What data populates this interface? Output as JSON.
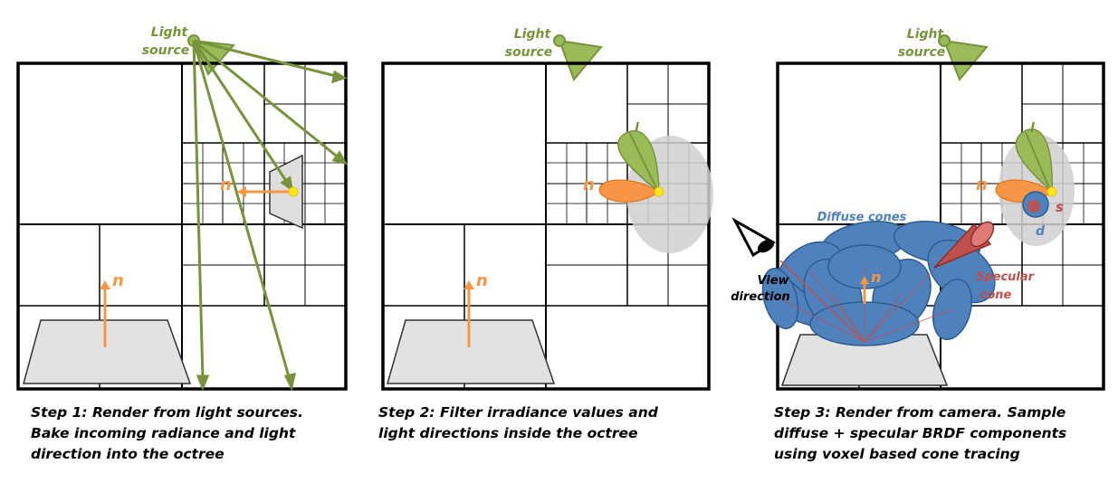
{
  "panels": [
    {
      "light_label": [
        "Light",
        "source"
      ],
      "normal_labels": [
        "n",
        "n"
      ],
      "caption": [
        "Step 1: Render from light sources.",
        "Bake incoming radiance and light",
        "direction into the octree"
      ]
    },
    {
      "light_label": [
        "Light",
        "source"
      ],
      "normal_labels": [
        "n",
        "n"
      ],
      "lobe_label": "l",
      "caption": [
        "Step 2: Filter irradiance values and",
        "light directions inside the octree"
      ]
    },
    {
      "light_label": [
        "Light",
        "source"
      ],
      "normal_labels": [
        "n",
        "n"
      ],
      "lobe_labels": [
        "l",
        "s",
        "d"
      ],
      "diffuse_label": "Diffuse cones",
      "view_label": [
        "View",
        "direction"
      ],
      "specular_label": [
        "Specular",
        "cone"
      ],
      "caption": [
        "Step 3: Render from camera. Sample",
        "diffuse + specular BRDF components",
        "using voxel based cone tracing"
      ]
    }
  ],
  "colors": {
    "green": "#77933c",
    "green_fill": "#9bbb59",
    "orange": "#f79646",
    "blue": "#4f81bd",
    "red": "#c0504d",
    "yellow": "#ffe81a"
  }
}
